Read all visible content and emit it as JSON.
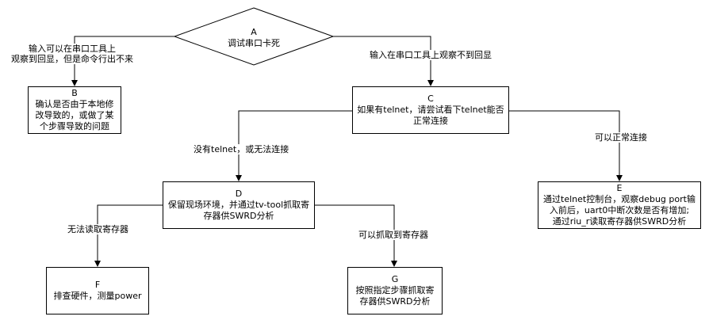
{
  "nodes": {
    "A": {
      "id": "A",
      "text": "调试串口卡死"
    },
    "B": {
      "id": "B",
      "lines": [
        "确认是否由于本地修",
        "改导致的，或做了某",
        "个步骤导致的问题"
      ]
    },
    "C": {
      "id": "C",
      "lines": [
        "如果有telnet，请尝试看下telnet能否",
        "正常连接"
      ]
    },
    "D": {
      "id": "D",
      "lines": [
        "保留现场环境，并通过tv-tool抓取寄",
        "存器供SWRD分析"
      ]
    },
    "E": {
      "id": "E",
      "lines": [
        "通过telnet控制台，观察debug port输",
        "入前后，uart0中断次数是否有增加;",
        "通过riu_r读取寄存器供SWRD分析"
      ]
    },
    "F": {
      "id": "F",
      "text": "排查硬件，测量power"
    },
    "G": {
      "id": "G",
      "lines": [
        "按照指定步骤抓取寄",
        "存器供SWRD分析"
      ]
    }
  },
  "edges": {
    "A_B": [
      "输入可以在串口工具上",
      "观察到回显，但是命令行出不来"
    ],
    "A_C": "输入在串口工具上观察不到回显",
    "C_D": "没有telnet，或无法连接",
    "C_E": "可以正常连接",
    "D_F": "无法读取寄存器",
    "D_G": "可以抓取到寄存器"
  }
}
